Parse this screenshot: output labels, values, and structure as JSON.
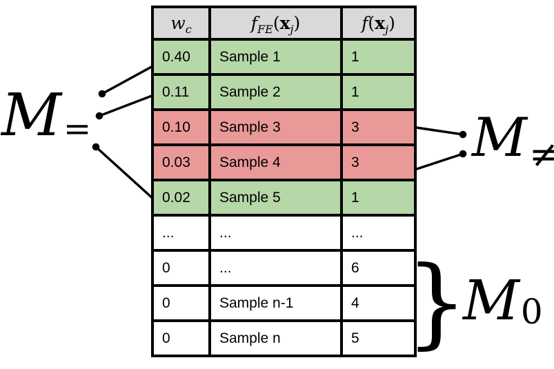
{
  "colors": {
    "background": "#ffffff",
    "text": "#000000",
    "border": "#000000",
    "line": "#000000",
    "header_bg": "#d9d9d9",
    "row_match": "#b6d7a8",
    "row_mismatch": "#ea9999"
  },
  "table": {
    "headers": {
      "wc": {
        "base": "w",
        "sub": "c"
      },
      "ffe": {
        "base": "f",
        "sub": "FE",
        "open": "(",
        "arg": "x",
        "arg_sub": "j",
        "close": ")"
      },
      "fx": {
        "base": "f",
        "open": "(",
        "arg": "x",
        "arg_sub": "j",
        "close": ")"
      }
    },
    "rows": [
      {
        "w": "0.40",
        "name": "Sample 1",
        "f": "1",
        "state": "match"
      },
      {
        "w": "0.11",
        "name": "Sample 2",
        "f": "1",
        "state": "match"
      },
      {
        "w": "0.10",
        "name": "Sample 3",
        "f": "3",
        "state": "mismatch"
      },
      {
        "w": "0.03",
        "name": "Sample 4",
        "f": "3",
        "state": "mismatch"
      },
      {
        "w": "0.02",
        "name": "Sample 5",
        "f": "1",
        "state": "match"
      },
      {
        "w": "...",
        "name": "...",
        "f": "...",
        "state": "plain"
      },
      {
        "w": "0",
        "name": "...",
        "f": "6",
        "state": "plain"
      },
      {
        "w": "0",
        "name": "Sample n-1",
        "f": "4",
        "state": "plain"
      },
      {
        "w": "0",
        "name": "Sample n",
        "f": "5",
        "state": "plain"
      }
    ]
  },
  "annotations": {
    "m_equal": {
      "base": "M",
      "sub": "="
    },
    "m_not_equal": {
      "base": "M",
      "sub": "≠"
    },
    "m_zero": {
      "base": "M",
      "sub": "0"
    },
    "brace": "}"
  }
}
